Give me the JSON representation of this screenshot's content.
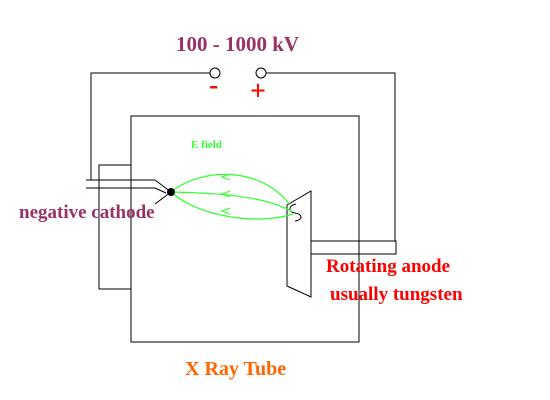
{
  "colors": {
    "voltage": "#993366",
    "polarity": "#ff0000",
    "field": "#33ff33",
    "cathode": "#993366",
    "anode": "#ff0000",
    "title": "#ff6600",
    "lines": "#000000"
  },
  "labels": {
    "voltage": "100 - 1000 kV",
    "minus": "-",
    "plus": "+",
    "e_field": "E field",
    "cathode": "negative cathode",
    "anode_line1": "Rotating anode",
    "anode_line2": "usually tungsten",
    "title": "X Ray Tube"
  }
}
